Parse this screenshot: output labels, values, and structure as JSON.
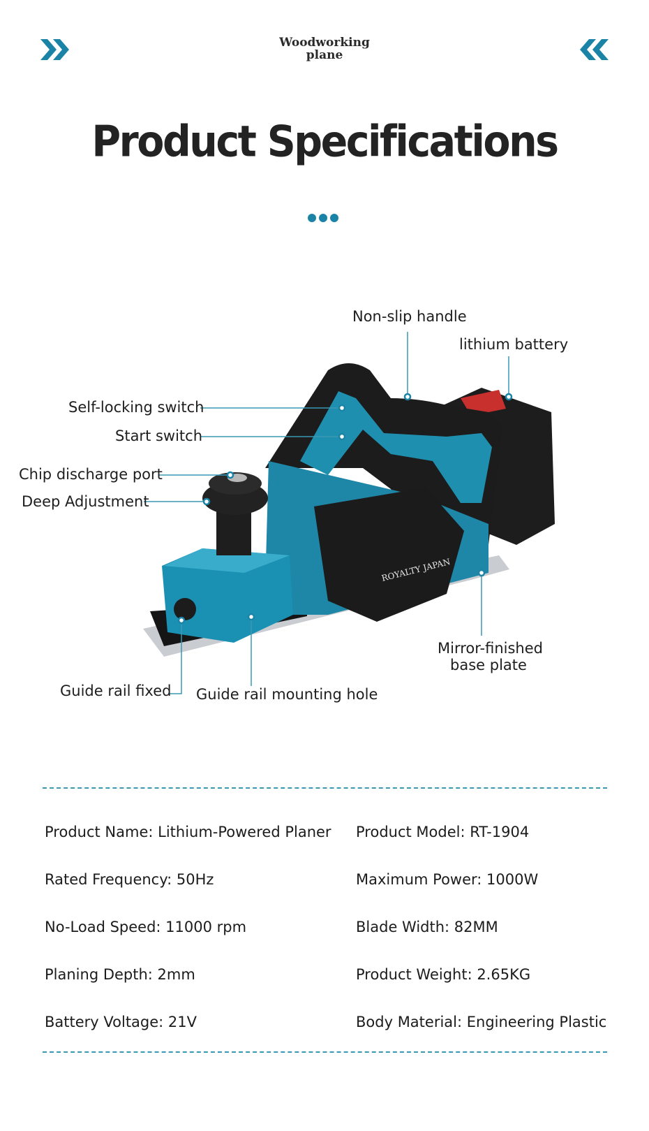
{
  "header": {
    "title_line1": "Woodworking",
    "title_line2": "plane",
    "left_icon": "double-chevron-right-icon",
    "right_icon": "double-chevron-left-icon",
    "accent_color": "#1b84a6"
  },
  "page_title": "Product Specifications",
  "figure": {
    "brand_text": "ROYALTY JAPAN",
    "callouts": {
      "non_slip_handle": "Non-slip handle",
      "lithium_battery": "lithium battery",
      "self_locking_switch": "Self-locking switch",
      "start_switch": "Start switch",
      "chip_discharge_port": "Chip discharge port",
      "deep_adjustment": "Deep Adjustment",
      "mirror_finished_line1": "Mirror-finished",
      "mirror_finished_line2": "base plate",
      "guide_rail_fixed": "Guide rail fixed",
      "guide_rail_mounting_hole": "Guide rail mounting hole"
    }
  },
  "specs": {
    "product_name": "Product Name: Lithium-Powered Planer",
    "product_model": "Product Model: RT-1904",
    "rated_frequency": "Rated Frequency: 50Hz",
    "maximum_power": "Maximum Power: 1000W",
    "no_load_speed": "No-Load Speed: 11000 rpm",
    "blade_width": "Blade Width: 82MM",
    "planing_depth": "Planing Depth: 2mm",
    "product_weight": "Product Weight: 2.65KG",
    "battery_voltage": "Battery Voltage: 21V",
    "body_material": "Body Material: Engineering Plastic"
  }
}
